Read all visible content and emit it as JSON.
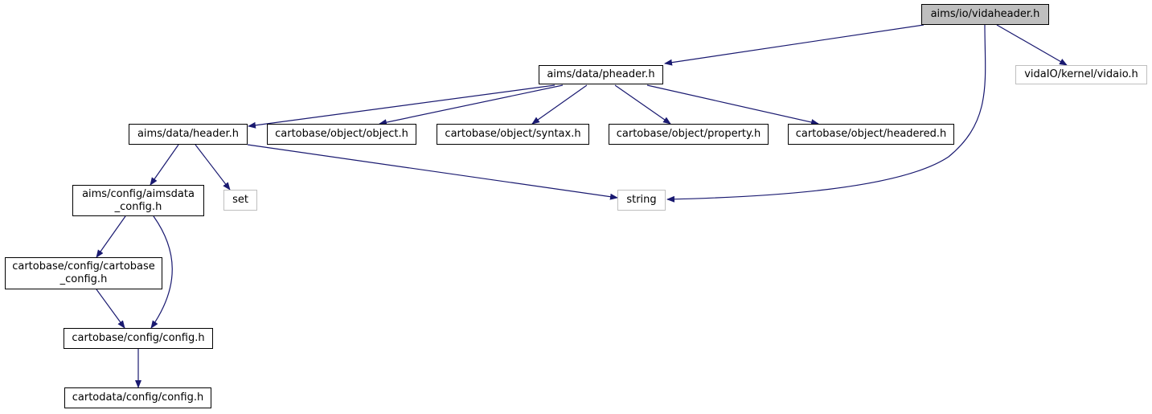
{
  "diagram": {
    "colors": {
      "edge": "#191970",
      "node_border": "#000000",
      "external_border": "#bfbfbf",
      "root_fill": "#bfbfbf"
    },
    "nodes": [
      {
        "id": "vidaheader",
        "label": "aims/io/vidaheader.h",
        "kind": "root"
      },
      {
        "id": "pheader",
        "label": "aims/data/pheader.h",
        "kind": "internal"
      },
      {
        "id": "vidaio",
        "label": "vidaIO/kernel/vidaio.h",
        "kind": "external"
      },
      {
        "id": "header",
        "label": "aims/data/header.h",
        "kind": "internal"
      },
      {
        "id": "object",
        "label": "cartobase/object/object.h",
        "kind": "internal"
      },
      {
        "id": "syntax",
        "label": "cartobase/object/syntax.h",
        "kind": "internal"
      },
      {
        "id": "property",
        "label": "cartobase/object/property.h",
        "kind": "internal"
      },
      {
        "id": "headered",
        "label": "cartobase/object/headered.h",
        "kind": "internal"
      },
      {
        "id": "aimsdata_config",
        "label": "aims/config/aimsdata\n_config.h",
        "kind": "internal"
      },
      {
        "id": "set",
        "label": "set",
        "kind": "external"
      },
      {
        "id": "string",
        "label": "string",
        "kind": "external"
      },
      {
        "id": "cartobase_config",
        "label": "cartobase/config/cartobase\n_config.h",
        "kind": "internal"
      },
      {
        "id": "config",
        "label": "cartobase/config/config.h",
        "kind": "internal"
      },
      {
        "id": "cartodata_config",
        "label": "cartodata/config/config.h",
        "kind": "internal"
      }
    ],
    "edges": [
      {
        "from": "vidaheader",
        "to": "pheader"
      },
      {
        "from": "vidaheader",
        "to": "vidaio"
      },
      {
        "from": "vidaheader",
        "to": "string"
      },
      {
        "from": "pheader",
        "to": "header"
      },
      {
        "from": "pheader",
        "to": "object"
      },
      {
        "from": "pheader",
        "to": "syntax"
      },
      {
        "from": "pheader",
        "to": "property"
      },
      {
        "from": "pheader",
        "to": "headered"
      },
      {
        "from": "header",
        "to": "aimsdata_config"
      },
      {
        "from": "header",
        "to": "set"
      },
      {
        "from": "header",
        "to": "string"
      },
      {
        "from": "aimsdata_config",
        "to": "cartobase_config"
      },
      {
        "from": "aimsdata_config",
        "to": "config"
      },
      {
        "from": "cartobase_config",
        "to": "config"
      },
      {
        "from": "config",
        "to": "cartodata_config"
      }
    ]
  }
}
